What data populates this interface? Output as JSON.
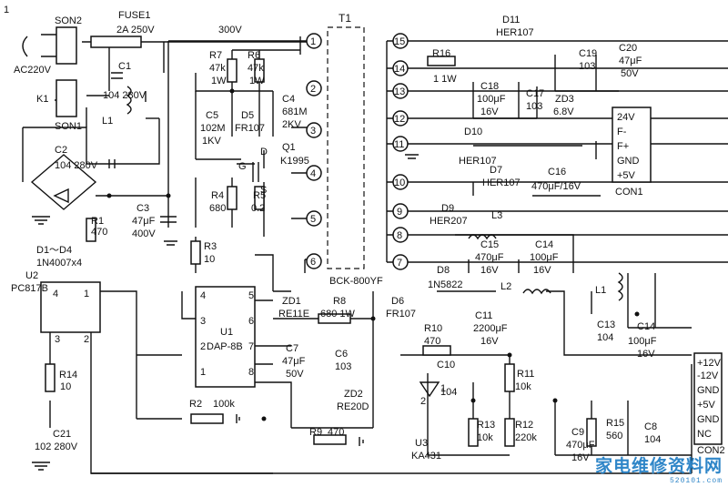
{
  "components": {
    "son2": "SON2",
    "fuse1": "FUSE1",
    "fuse_rating": "2A  250V",
    "ac_in": "AC220V",
    "k1": "K1",
    "son1": "SON1",
    "c1": "C1",
    "c1_val": "104  280V",
    "l1_in": "L1",
    "c2": "C2",
    "c2_val": "104  280V",
    "rect_bridge": "D1～D4",
    "rect_bridge_val": "1N4007x4",
    "r1": "R1",
    "r1_val": "470",
    "c3": "C3",
    "c3_val1": "47μF",
    "c3_val2": "400V",
    "v300": "300V",
    "r7": "R7",
    "r7_val1": "47k",
    "r7_val2": "1W",
    "r6": "R6",
    "r6_val1": "47k",
    "r6_val2": "1W",
    "c4": "C4",
    "c4_val1": "681M",
    "c4_val2": "2KV",
    "c5": "C5",
    "c5_val1": "102M",
    "c5_val2": "1KV",
    "d5": "D5",
    "d5_val": "FR107",
    "q1": "Q1",
    "q1_val": "K1995",
    "q1_g": "G",
    "q1_d": "D",
    "q1_s": "S",
    "r4": "R4",
    "r4_val": "680",
    "r5": "R5",
    "r5_val": "0.2",
    "r3": "R3",
    "r3_val": "10",
    "t1": "T1",
    "t1_val": "BCK-800YF",
    "d11": "D11",
    "d11_val": "HER107",
    "r16": "R16",
    "r16_val": "1  1W",
    "c19": "C19",
    "c19_val": "103",
    "c20": "C20",
    "c20_val1": "47μF",
    "c20_val2": "50V",
    "c18": "C18",
    "c18_val1": "100μF",
    "c18_val2": "16V",
    "c17": "C17",
    "c17_val": "103",
    "zd3": "ZD3",
    "zd3_val": "6.8V",
    "d10": "D10",
    "d10_val": "HER107",
    "d7": "D7",
    "d7_val": "HER107",
    "c16": "C16",
    "c16_val": "470μF/16V",
    "d9": "D9",
    "d9_val": "HER207",
    "l3": "L3",
    "c15": "C15",
    "c15_val1": "470μF",
    "c15_val2": "16V",
    "c14a": "C14",
    "c14a_val1": "100μF",
    "c14a_val2": "16V",
    "d8": "D8",
    "d8_val": "1N5822",
    "l2": "L2",
    "c11": "C11",
    "c11_val1": "2200μF",
    "c11_val2": "16V",
    "l1_out": "L1",
    "c13": "C13",
    "c13_val": "104",
    "c14b": "C14",
    "c14b_val1": "100μF",
    "c14b_val2": "16V",
    "u2": "U2",
    "u2_val": "PC817B",
    "r14": "R14",
    "r14_val": "10",
    "u1": "U1",
    "u1_val": "DAP-8B",
    "zd1": "ZD1",
    "zd1_val": "RE11E",
    "r8": "R8",
    "r8_val": "680  1W",
    "d6": "D6",
    "d6_val": "FR107",
    "c7": "C7",
    "c7_val1": "47μF",
    "c7_val2": "50V",
    "c6": "C6",
    "c6_val": "103",
    "r2": "R2",
    "r2_val": "100k",
    "zd2": "ZD2",
    "zd2_val": "RE20D",
    "r9": "R9",
    "r9_val": "470",
    "r10": "R10",
    "r10_val": "470",
    "c10": "C10",
    "c10_val": "104",
    "r11": "R11",
    "r11_val": "10k",
    "r13": "R13",
    "r13_val": "10k",
    "r12": "R12",
    "r12_val": "220k",
    "u3": "U3",
    "u3_val": "KA431",
    "c9": "C9",
    "c9_val1": "470μF",
    "c9_val2": "16V",
    "r15": "R15",
    "r15_val": "560",
    "c8": "C8",
    "c8_val": "104",
    "c21": "C21",
    "c21_val": "102  280V"
  },
  "connectors": {
    "con1": {
      "name": "CON1",
      "pins": [
        "24V",
        "F-",
        "F+",
        "GND",
        "+5V"
      ]
    },
    "con2": {
      "name": "CON2",
      "pins": [
        "+12V",
        "-12V",
        "GND",
        "+5V",
        "GND",
        "NC"
      ]
    }
  },
  "transformer_pins": [
    "1",
    "2",
    "3",
    "4",
    "5",
    "6",
    "7",
    "8",
    "9",
    "10",
    "11",
    "12",
    "13",
    "14",
    "15"
  ],
  "u1_pins": [
    "1",
    "2",
    "3",
    "4",
    "5",
    "6",
    "7",
    "8"
  ],
  "misc": {
    "page_mark": "1",
    "u2_pin1": "1",
    "u2_pin2": "2",
    "u2_pin3": "3",
    "u2_pin4": "4",
    "u3_pin1": "1",
    "u3_pin2": "2"
  },
  "watermark": {
    "title": "家电维修资料网",
    "url": "520101.com"
  }
}
